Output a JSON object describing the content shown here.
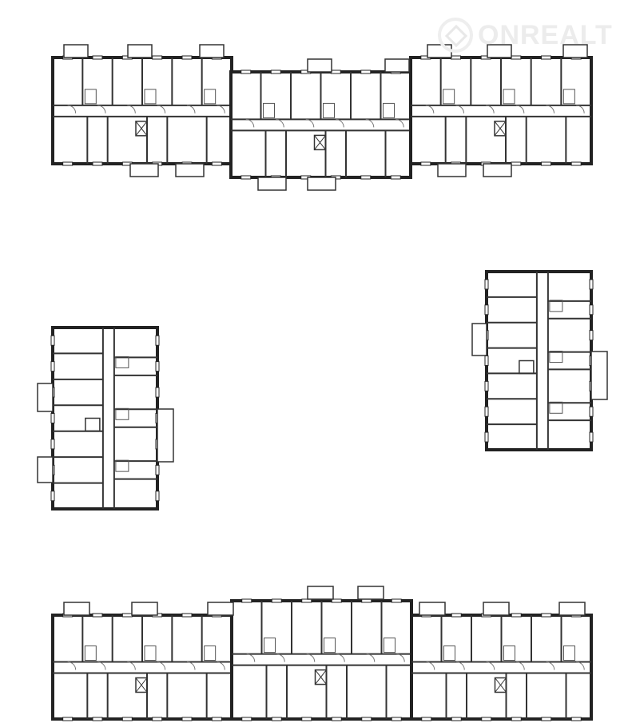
{
  "watermark": {
    "text": "ONREALT",
    "icon": "house-icon"
  },
  "diagram": {
    "type": "floor-plan",
    "buildings": [
      "top-building",
      "left-building",
      "right-building",
      "bottom-building"
    ]
  }
}
